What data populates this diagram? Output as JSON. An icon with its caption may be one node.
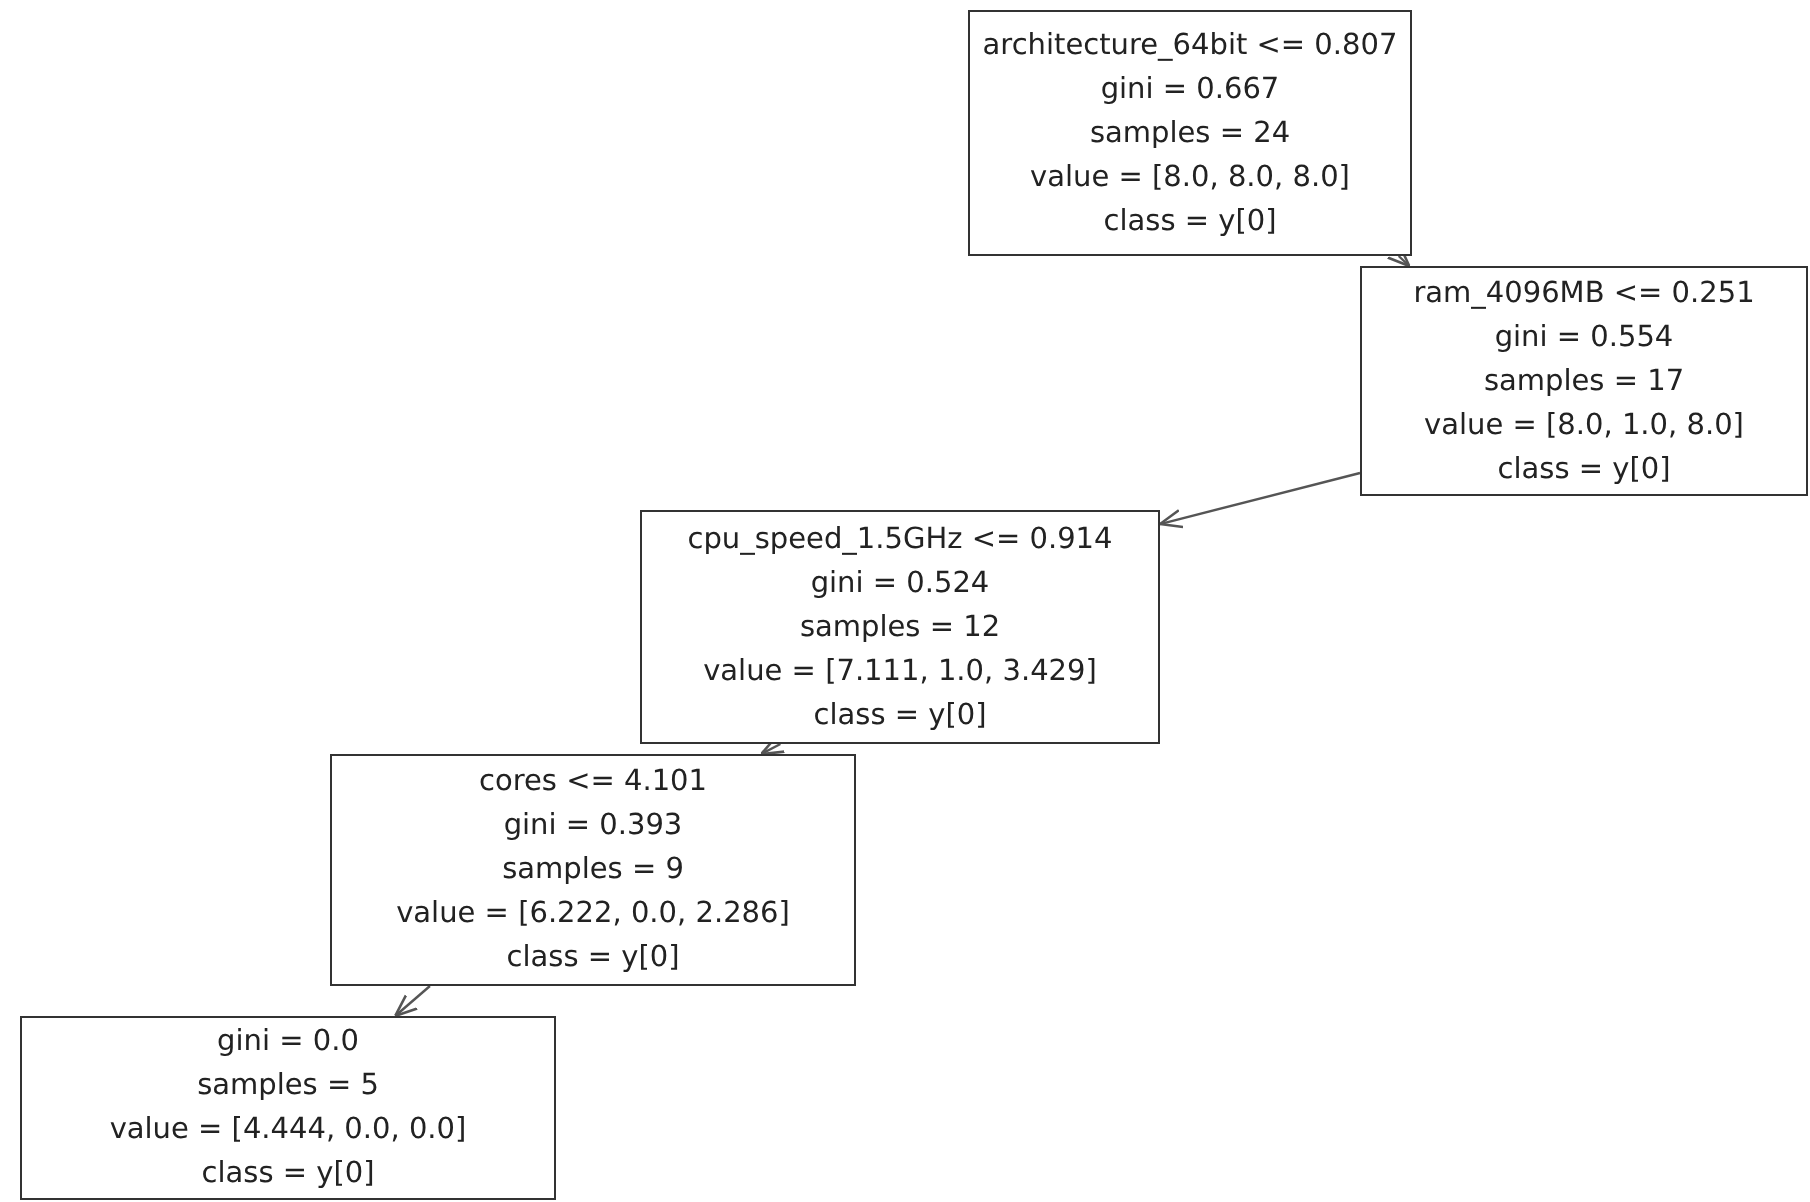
{
  "diagram": {
    "nodes": [
      {
        "text": [
          "architecture_64bit <= 0.807 gini = 0.667 samples = 24 value = [8.0, 8.0, 8.0] class = y[0]"
        ]
      },
      {
        "text": [
          "ram_4096MB <= 0.251 gini = 0.554 samples = 17 value = [8.0, 1.0, 8.0] class = y[0]"
        ]
      },
      {
        "text": [
          "cpu_speed_1.5GHz <= 0.914 gini = 0.524 samples = 12 value = [7.111, 1.0, 3.429] class = y[0]"
        ]
      },
      {
        "text": [
          "cores <= 4.101 gini = 0.393 samples = 9 value = [6.222, 0.0, 2.286] class = y[0]"
        ]
      },
      {
        "text": [
          "gini = 0.0 samples = 5 value = [4.444, 0.0, 0.0] class = y[0]"
        ]
      }
    ],
    "edges": [
      {
        "from": 0,
        "to": 1,
        "arrow": "to"
      },
      {
        "from": 1,
        "to": 2,
        "arrow": "to"
      },
      {
        "from": 2,
        "to": 3,
        "arrow": "to"
      },
      {
        "from": 3,
        "to": 4,
        "arrow": "to"
      }
    ]
  }
}
